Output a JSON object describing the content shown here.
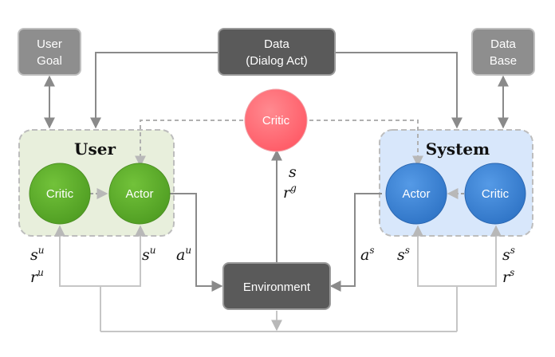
{
  "boxes": {
    "user_goal": [
      "User",
      "Goal"
    ],
    "data_dialog_act": [
      "Data",
      "(Dialog Act)"
    ],
    "data_base": [
      "Data",
      "Base"
    ],
    "environment": "Environment"
  },
  "agents": {
    "user": {
      "title": "User",
      "critic": "Critic",
      "actor": "Actor"
    },
    "system": {
      "title": "System",
      "actor": "Actor",
      "critic": "Critic"
    },
    "global_critic": "Critic"
  },
  "labels": {
    "user_state": {
      "base": "s",
      "sup": "u"
    },
    "user_reward": {
      "base": "r",
      "sup": "u"
    },
    "user_actor_state": {
      "base": "s",
      "sup": "u"
    },
    "user_action": {
      "base": "a",
      "sup": "u"
    },
    "env_state": {
      "base": "s",
      "sup": ""
    },
    "env_goal_reward": {
      "base": "r",
      "sup": "g"
    },
    "system_action": {
      "base": "a",
      "sup": "s"
    },
    "system_actor_state": {
      "base": "s",
      "sup": "s"
    },
    "system_state": {
      "base": "s",
      "sup": "s"
    },
    "system_reward": {
      "base": "r",
      "sup": "s"
    }
  },
  "colors": {
    "dark_box": "#5a5a5a",
    "light_box": "#8e8e8e",
    "green_node": "#5aab2a",
    "blue_node": "#3f86d6",
    "red_node": "#ff6b75",
    "user_panel": "#e8efdc",
    "system_panel": "#d8e7fb",
    "arrow": "#8a8a8a",
    "light_arrow": "#c6c6c6"
  }
}
